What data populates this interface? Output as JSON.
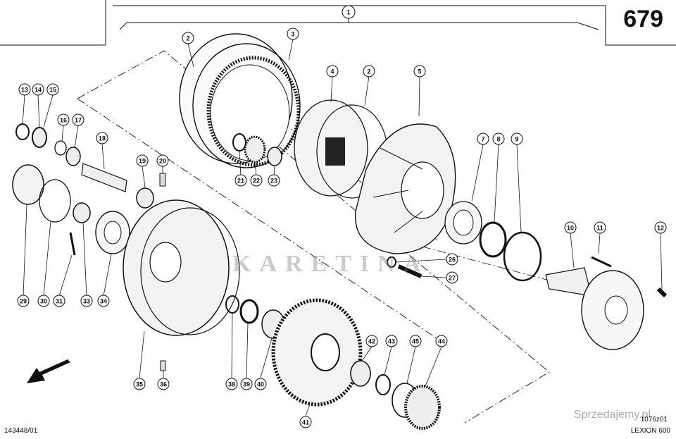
{
  "header": {
    "page_number": "679"
  },
  "footer": {
    "drawing_id": "143448/01",
    "ref_code": "1076z01",
    "model": "LEXION 600"
  },
  "watermark": {
    "brand": "KARETINA",
    "site": "Sprzedajemy.pl"
  },
  "callouts": [
    "1",
    "2",
    "3",
    "4",
    "2",
    "5",
    "7",
    "8",
    "9",
    "10",
    "11",
    "12",
    "13",
    "14",
    "15",
    "16",
    "17",
    "18",
    "19",
    "20",
    "21",
    "22",
    "23",
    "26",
    "27",
    "29",
    "30",
    "31",
    "33",
    "34",
    "35",
    "36",
    "38",
    "39",
    "40",
    "41",
    "42",
    "43",
    "45",
    "44"
  ],
  "icons": {
    "direction": "arrow-down-left-icon"
  }
}
